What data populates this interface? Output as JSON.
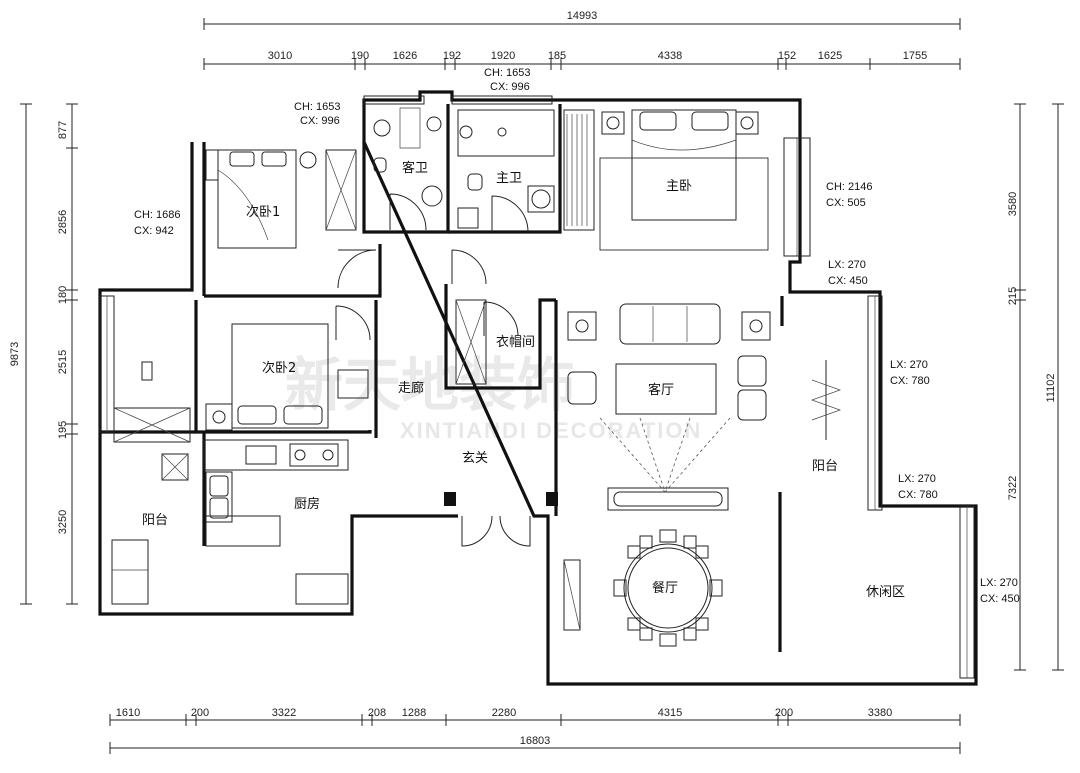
{
  "watermark": {
    "brand_cn": "新天地装饰",
    "brand_en": "XINTIANDI DECORATION"
  },
  "dimensions": {
    "top_total": "14993",
    "top": [
      "3010",
      "190",
      "1626",
      "192",
      "1920",
      "185",
      "4338",
      "152",
      "1625",
      "1755"
    ],
    "bottom_total": "16803",
    "bottom": [
      "1610",
      "200",
      "3322",
      "208",
      "1288",
      "2280",
      "4315",
      "200",
      "3380"
    ],
    "left_total": "9873",
    "left": [
      "877",
      "2856",
      "180",
      "2515",
      "195",
      "3250"
    ],
    "right_total": "11102",
    "right": [
      "3580",
      "215",
      "7322"
    ]
  },
  "rooms": {
    "guest_bath": "客卫",
    "master_bath": "主卫",
    "master_bedroom": "主卧",
    "second_bedroom_1": "次卧1",
    "second_bedroom_2": "次卧2",
    "cloakroom": "衣帽间",
    "corridor": "走廊",
    "living_room": "客厅",
    "entrance": "玄关",
    "kitchen": "厨房",
    "west_balcony": "阳台",
    "east_balcony": "阳台",
    "dining_room": "餐厅",
    "leisure_area": "休闲区"
  },
  "window_notes": {
    "guest_bath_window": [
      "CH: 1653",
      "CX: 996"
    ],
    "master_bath_window": [
      "CH: 1653",
      "CX: 996"
    ],
    "bedroom1_window": [
      "CH: 1686",
      "CX: 942"
    ],
    "master_bedroom_window": [
      "CH: 2146",
      "CX: 505"
    ],
    "master_corner_window": [
      "LX: 270",
      "CX: 450"
    ],
    "balcony_window_1": [
      "LX: 270",
      "CX: 780"
    ],
    "balcony_window_2": [
      "LX: 270",
      "CX: 780"
    ],
    "leisure_window": [
      "LX: 270",
      "CX: 450"
    ]
  }
}
